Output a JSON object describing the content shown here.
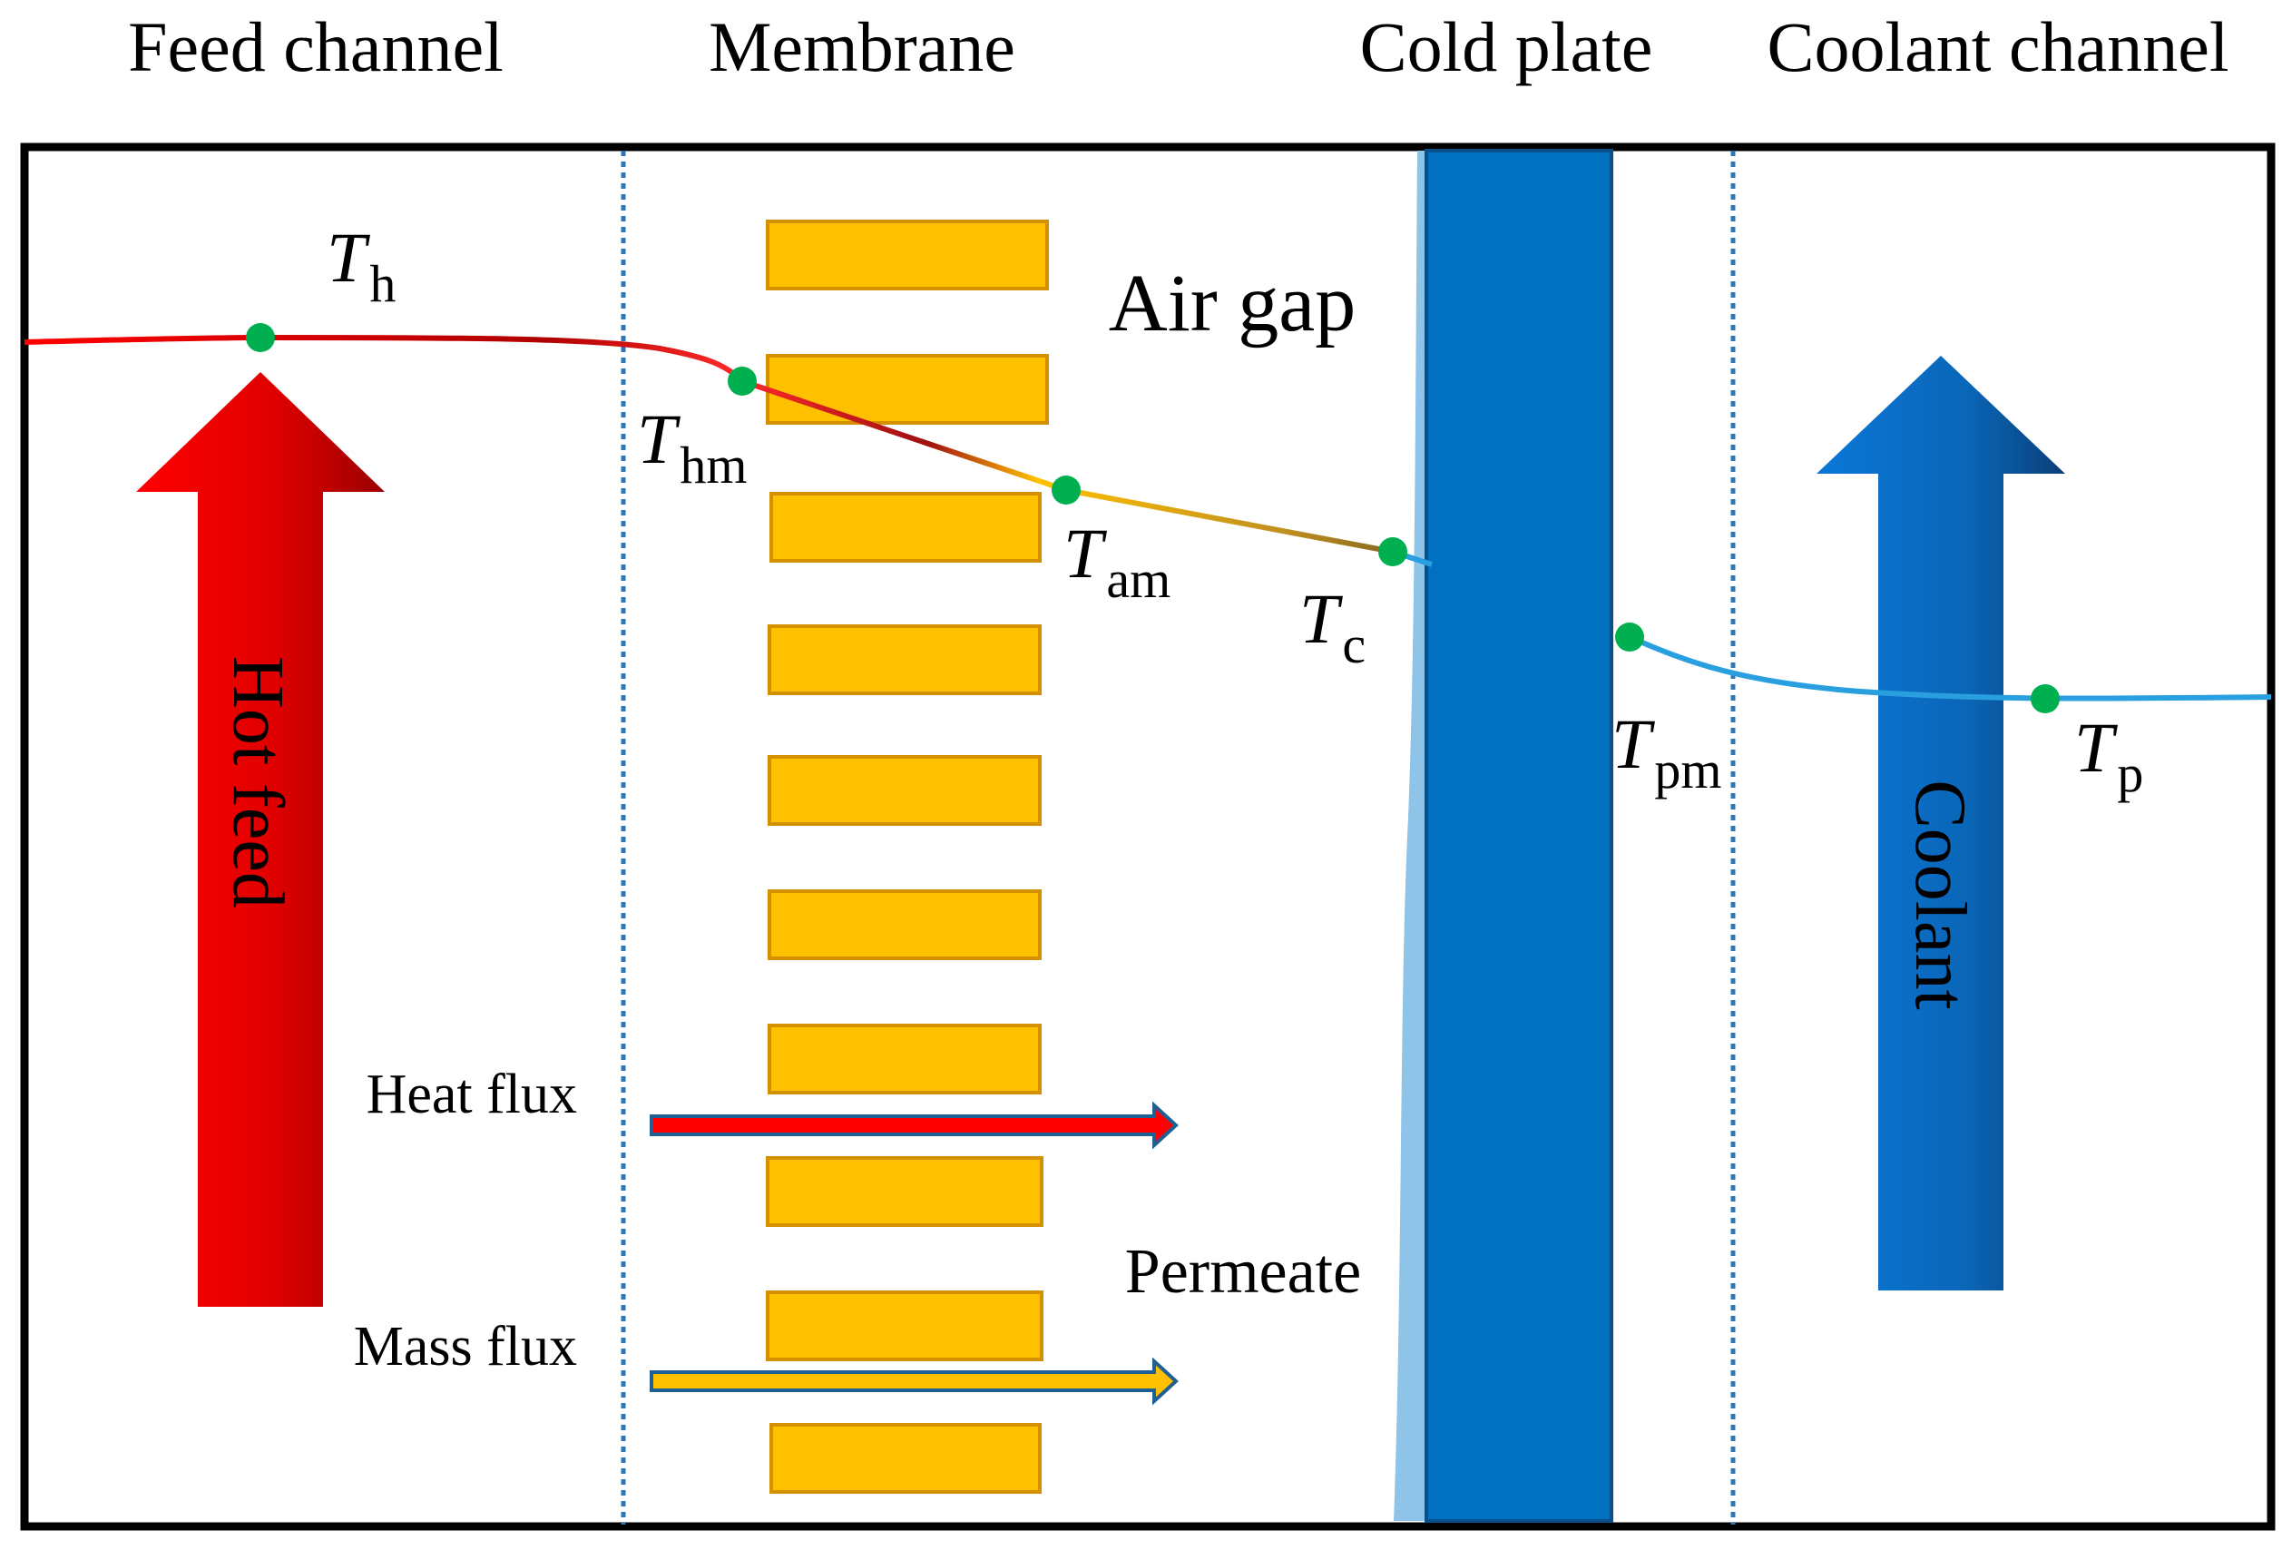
{
  "headings": {
    "feed_channel": "Feed channel",
    "membrane": "Membrane",
    "cold_plate": "Cold plate",
    "coolant_channel": "Coolant channel"
  },
  "labels": {
    "air_gap": "Air gap",
    "hot_feed": "Hot feed",
    "coolant": "Coolant",
    "heat_flux": "Heat flux",
    "mass_flux": "Mass flux",
    "permeate": "Permeate"
  },
  "temperatures": {
    "th": {
      "symbol": "T",
      "subscript": "h"
    },
    "thm": {
      "symbol": "T",
      "subscript": "hm"
    },
    "tam": {
      "symbol": "T",
      "subscript": "am"
    },
    "tc": {
      "symbol": "T",
      "subscript": "c"
    },
    "tpm": {
      "symbol": "T",
      "subscript": "pm"
    },
    "tp": {
      "symbol": "T",
      "subscript": "p"
    }
  },
  "colors": {
    "hot": "#ff0000",
    "hot_dark": "#9a0000",
    "membrane_fill": "#ffc000",
    "membrane_stroke": "#d39000",
    "cold_plate": "#0070c0",
    "cold_plate_light": "#8ec4e8",
    "coolant_line": "#2a9fe0",
    "node": "#00b050",
    "divider": "#2e75b6"
  }
}
